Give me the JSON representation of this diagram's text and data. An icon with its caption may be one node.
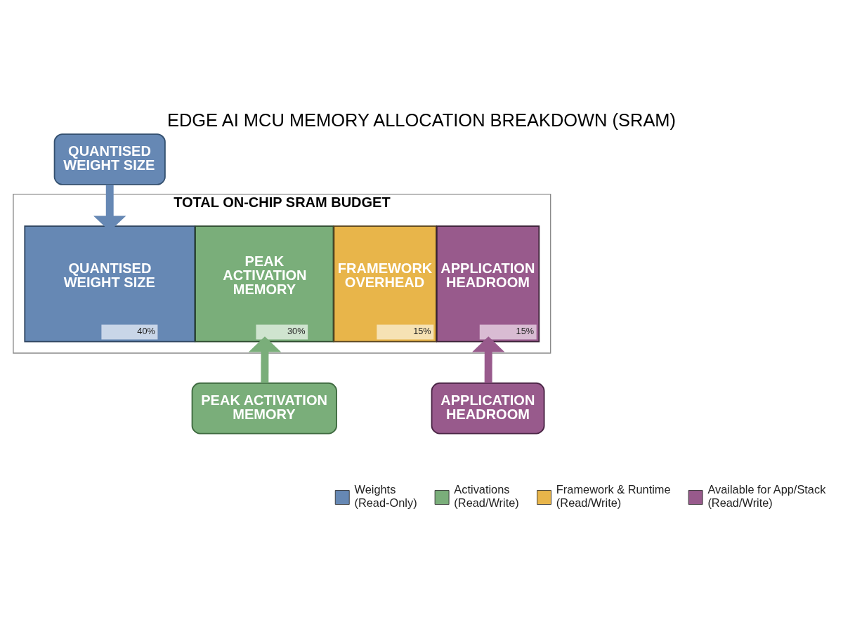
{
  "diagram": {
    "title": "EDGE AI MCU MEMORY ALLOCATION BREAKDOWN (SRAM)",
    "nodes": [
      {
        "text": [
          "QUANTISED WEIGHT SIZE"
        ]
      },
      {
        "text": [
          "TOTAL ON-CHIP SRAM BUDGET"
        ]
      },
      {
        "text": [
          "QUANTISED WEIGHT SIZE",
          "40%"
        ],
        "in": 1
      },
      {
        "text": [
          "PEAK ACTIVATION MEMORY",
          "30%"
        ],
        "in": 1
      },
      {
        "text": [
          "FRAMEWORK OVERHEAD",
          "15%"
        ],
        "in": 1
      },
      {
        "text": [
          "APPLICATION HEADROOM",
          "15%"
        ],
        "in": 1
      },
      {
        "text": [
          "PEAK ACTIVATION MEMORY"
        ]
      },
      {
        "text": [
          "APPLICATION HEADROOM"
        ]
      }
    ],
    "edges": [
      {
        "from": 0,
        "to": 2,
        "arrow": "to",
        "color": "#6688b4"
      },
      {
        "from": 6,
        "to": 3,
        "arrow": "to",
        "color": "#7aae7a"
      },
      {
        "from": 7,
        "to": 5,
        "arrow": "to",
        "color": "#985a8c"
      }
    ],
    "legend": [
      {
        "text": "Weights (Read-Only)",
        "color": "#6688b4"
      },
      {
        "text": "Activations (Read/Write)",
        "color": "#7aae7a"
      },
      {
        "text": "Framework & Runtime (Read/Write)",
        "color": "#e8b54a"
      },
      {
        "text": "Available for App/Stack (Read/Write)",
        "color": "#985a8c"
      }
    ]
  }
}
